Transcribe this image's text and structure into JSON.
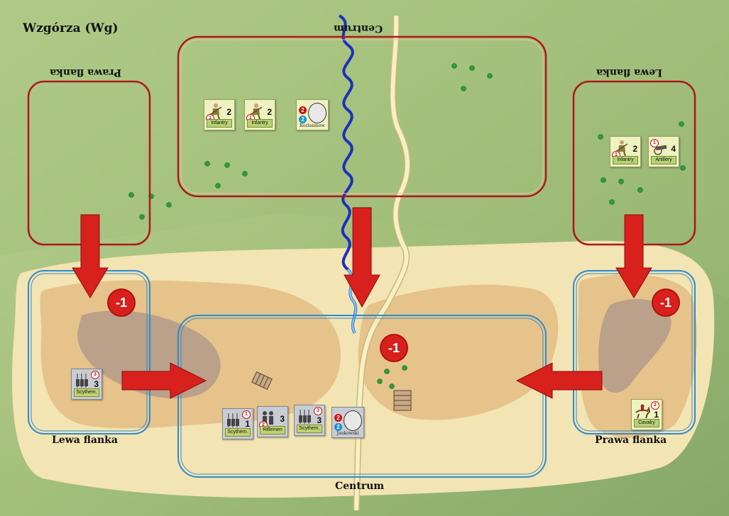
{
  "title": "Wzgórza (Wg)",
  "zones": {
    "top_center": "Centrum",
    "top_left": "Prawa flanka",
    "top_right": "Lewa flanka",
    "bottom_left": "Lewa flanka",
    "bottom_right": "Prawa flanka",
    "bottom_center": "Centrum"
  },
  "modifiers": {
    "left": "-1",
    "center": "-1",
    "right": "-1"
  },
  "units": {
    "top_inf1": {
      "label": "Infantry",
      "strength": "2",
      "marker": "1"
    },
    "top_inf2": {
      "label": "Infantry",
      "strength": "2",
      "marker": "1"
    },
    "top_leader": {
      "label": "Kozlaninow",
      "red": "2",
      "blue": "2"
    },
    "right_inf": {
      "label": "Infantry",
      "strength": "2",
      "marker": "1"
    },
    "right_art": {
      "label": "Artillery",
      "strength": "4",
      "marker": "1"
    },
    "left_scy": {
      "label": "Scythem.",
      "strength": "3",
      "marker": "3"
    },
    "c_scy1": {
      "label": "Scythem.",
      "strength": "1",
      "marker": "1"
    },
    "c_rifle": {
      "label": "Riflemen",
      "strength": "3",
      "marker": "2"
    },
    "c_scy2": {
      "label": "Scythem.",
      "strength": "3",
      "marker": "3"
    },
    "c_leader": {
      "label": "Jankowski",
      "red": "2",
      "blue": "2"
    },
    "r_cav": {
      "label": "Cavalry",
      "strength": "1",
      "marker": "2"
    }
  },
  "colors": {
    "grass": "#a9c47f",
    "grass_dark": "#8fb06a",
    "sand": "#f3e4b3",
    "hill": "#e6c38a",
    "hill_top": "#bba08a",
    "red_zone": "#b0161a",
    "blue_zone": "#2e8bd0",
    "arrow": "#d8201c",
    "river": "#1d2fc0",
    "road": "#f8efc4"
  }
}
